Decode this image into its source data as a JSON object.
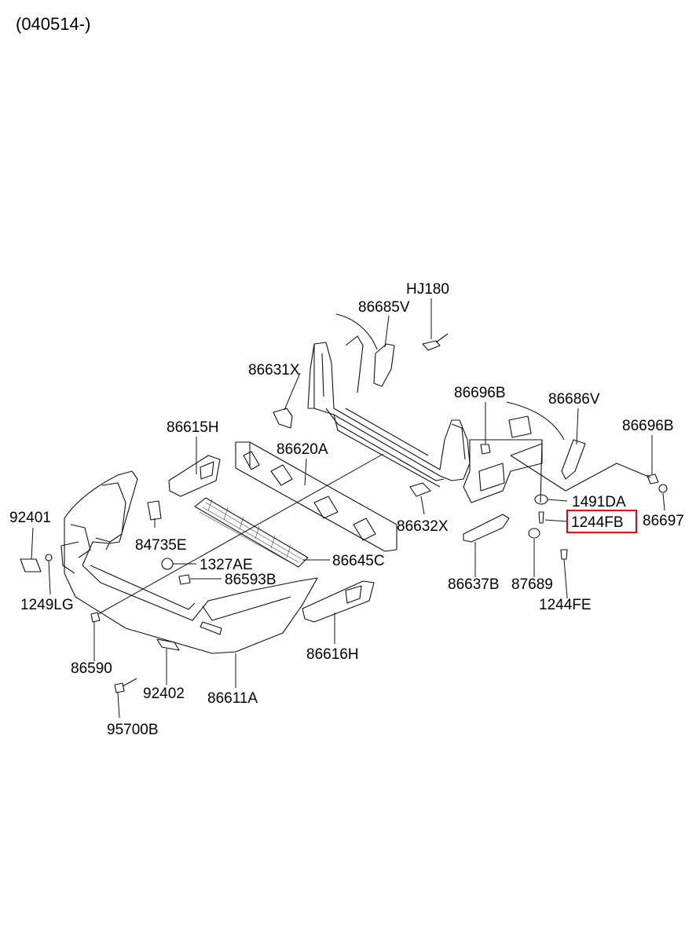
{
  "header": {
    "code": "(040514-)"
  },
  "highlight_color": "#e00000",
  "labels": {
    "hj180": "HJ180",
    "p86685v": "86685V",
    "p86631x": "86631X",
    "p86696b_a": "86696B",
    "p86686v": "86686V",
    "p86696b_b": "86696B",
    "p86615h": "86615H",
    "p86620a": "86620A",
    "p1491da": "1491DA",
    "p1244fb": "1244FB",
    "p86697": "86697",
    "p92401": "92401",
    "p84735e": "84735E",
    "p86632x": "86632X",
    "p1327ae": "1327AE",
    "p86645c": "86645C",
    "p86593b": "86593B",
    "p86637b": "86637B",
    "p87689": "87689",
    "p1249lg": "1249LG",
    "p1244fe": "1244FE",
    "p86590": "86590",
    "p86616h": "86616H",
    "p92402": "92402",
    "p86611a": "86611A",
    "p95700b": "95700B"
  }
}
